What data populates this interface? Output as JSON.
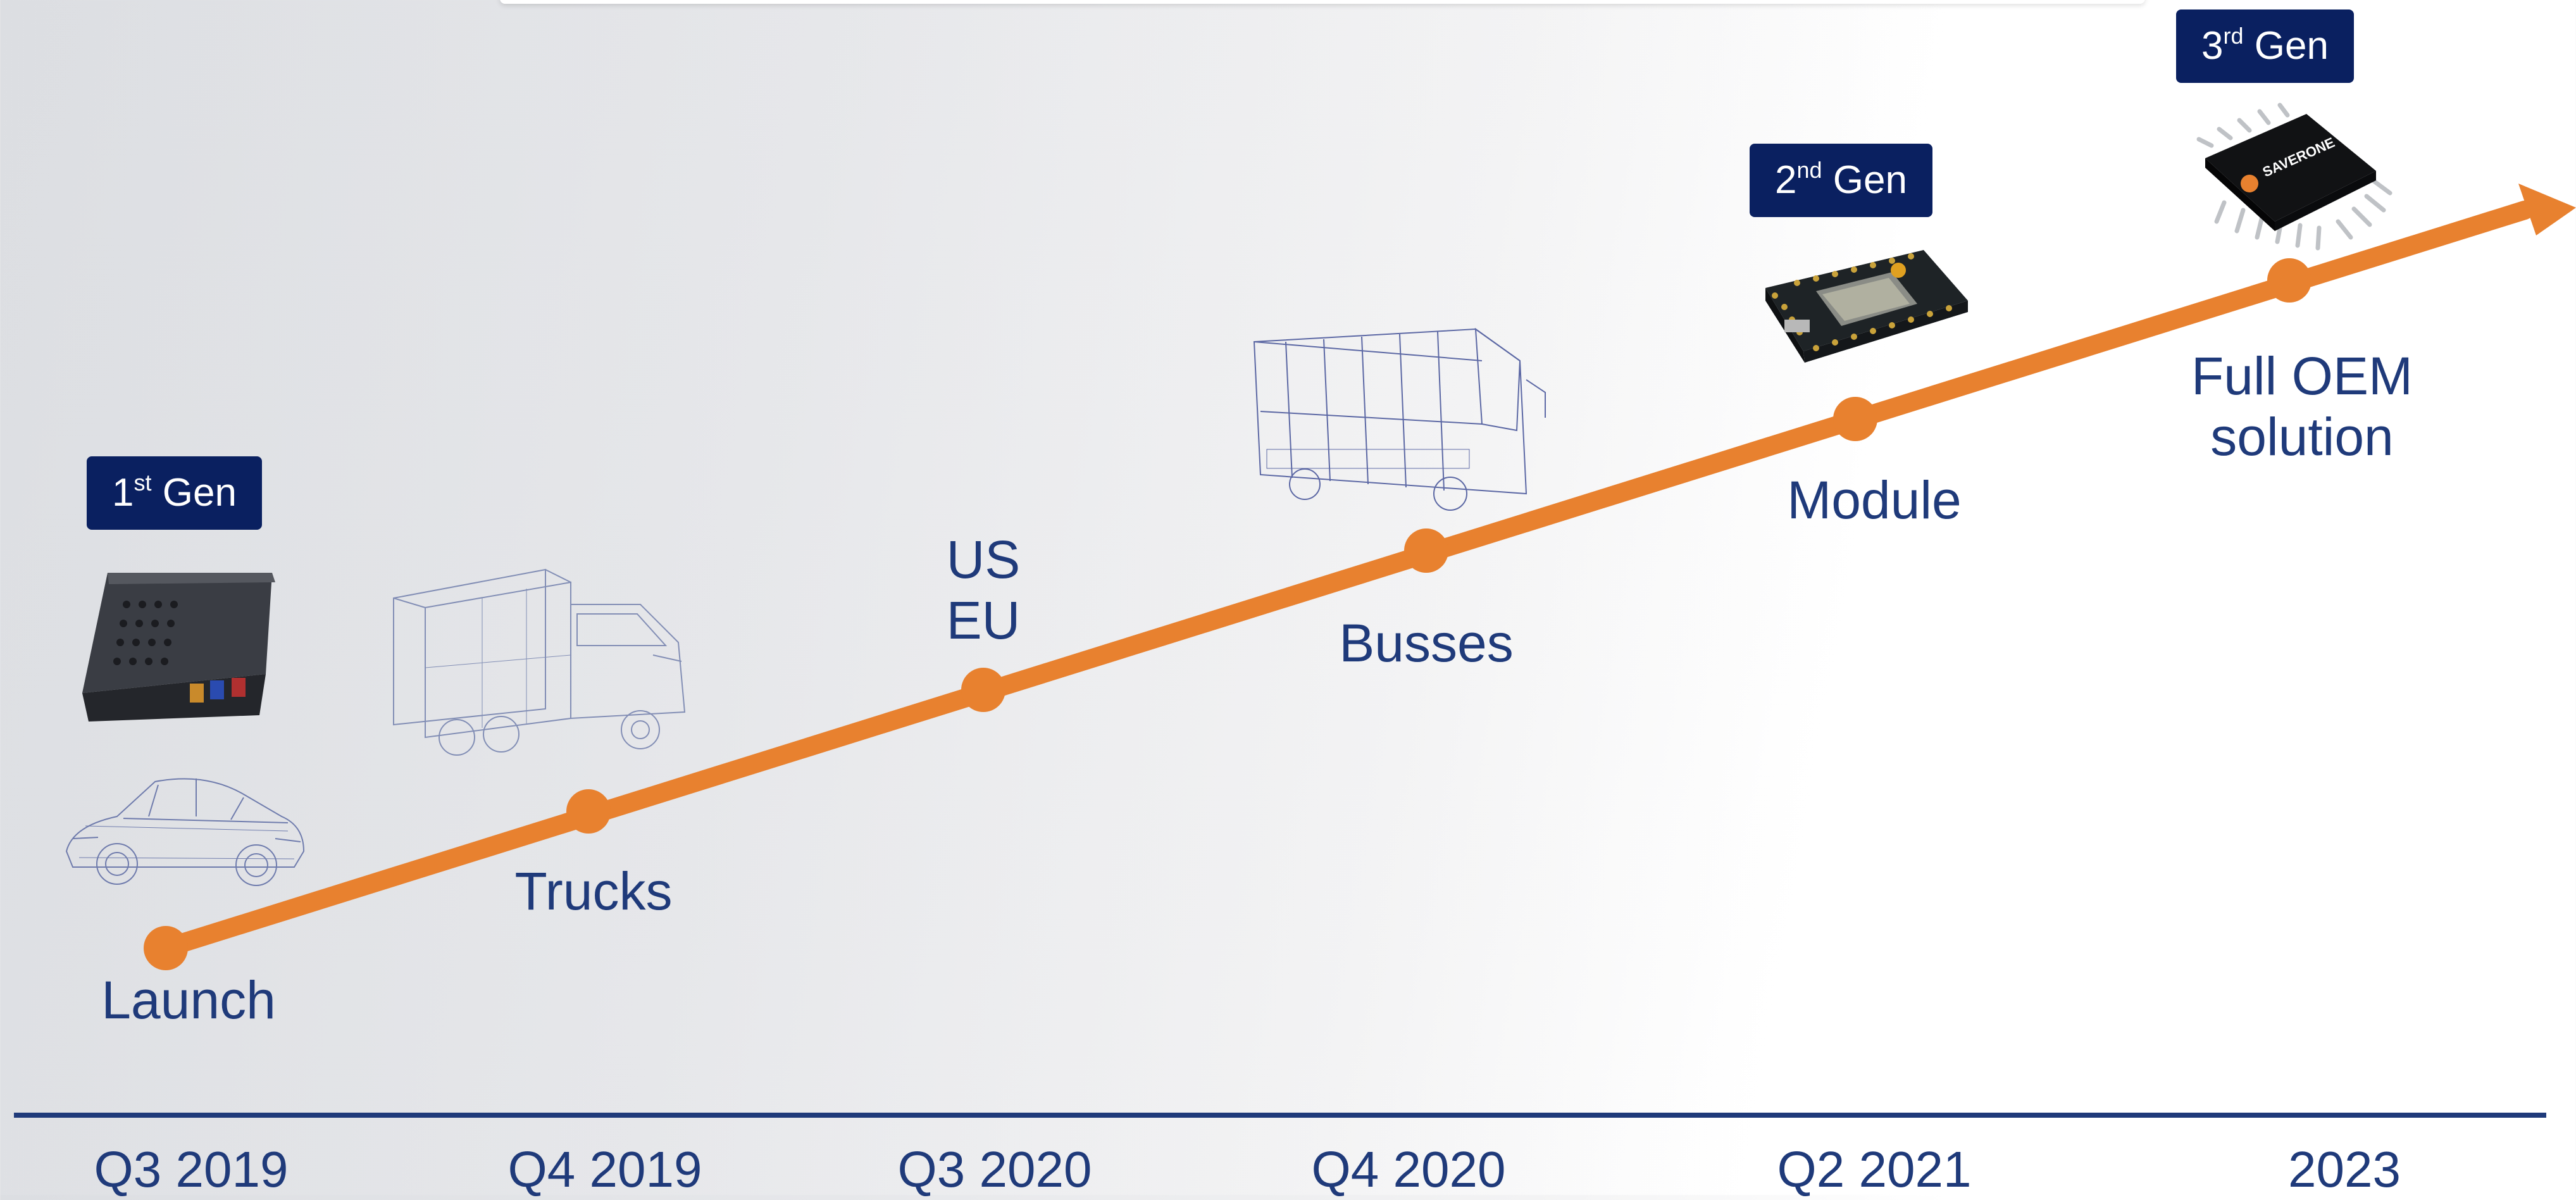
{
  "colors": {
    "accent": "#e8812f",
    "navy": "#0a2060",
    "text": "#1f3a7a"
  },
  "milestones": [
    {
      "label": "Launch",
      "date": "Q3 2019"
    },
    {
      "label": "Trucks",
      "date": "Q4 2019"
    },
    {
      "label": "US\nEU",
      "date": "Q3 2020"
    },
    {
      "label": "Busses",
      "date": "Q4 2020"
    },
    {
      "label": "Module",
      "date": "Q2 2021"
    },
    {
      "label": "Full OEM\nsolution",
      "date": "2023"
    }
  ],
  "generations": [
    {
      "num": "1",
      "suffix": "st",
      "word": "Gen"
    },
    {
      "num": "2",
      "suffix": "nd",
      "word": "Gen"
    },
    {
      "num": "3",
      "suffix": "rd",
      "word": "Gen"
    }
  ],
  "chip_brand": "SAVERONE",
  "illustrations": [
    "car-wireframe",
    "truck-wireframe",
    "bus-wireframe",
    "device-1st-gen",
    "module-2nd-gen",
    "chip-3rd-gen"
  ]
}
